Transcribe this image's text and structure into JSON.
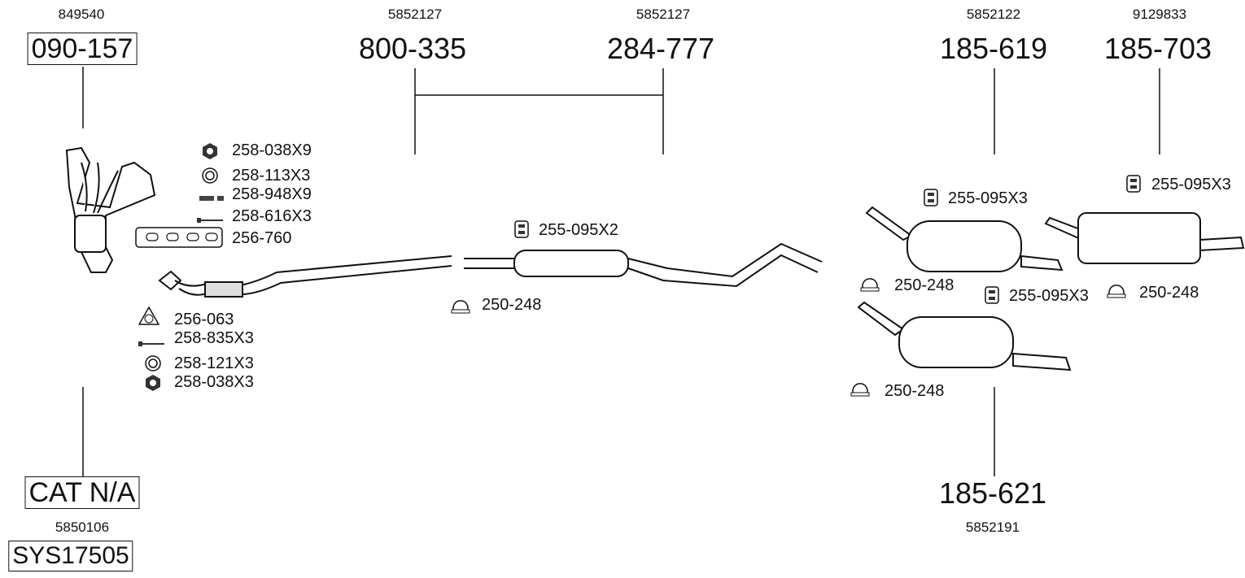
{
  "assemblies": [
    {
      "oe": "849540",
      "part": "090-157",
      "boxed": true
    },
    {
      "oe": "5852127",
      "part": "800-335",
      "boxed": false
    },
    {
      "oe": "5852127",
      "part": "284-777",
      "boxed": false
    },
    {
      "oe": "5852122",
      "part": "185-619",
      "boxed": false
    },
    {
      "oe": "9129833",
      "part": "185-703",
      "boxed": false
    },
    {
      "oe": "5850106",
      "part": "CAT N/A",
      "boxed": true
    },
    {
      "oe": "5852191",
      "part": "185-621",
      "boxed": false
    }
  ],
  "system_id": "SYS17505",
  "parts": {
    "nut_1": "258-038X9",
    "ring_1": "258-113X3",
    "stud_1": "258-948X9",
    "bolt_1": "258-616X3",
    "gasket_manifold": "256-760",
    "gasket_flange": "256-063",
    "bolt_2": "258-835X3",
    "ring_2": "258-121X3",
    "nut_2": "258-038X3",
    "hanger_mid": "255-095X2",
    "clamp_mid": "250-248",
    "hanger_rear_1": "255-095X3",
    "hanger_rear_2": "255-095X3",
    "clamp_rear_1": "250-248",
    "hanger_rear_3": "255-095X3",
    "clamp_rear_2": "250-248",
    "clamp_rear_3": "250-248"
  }
}
